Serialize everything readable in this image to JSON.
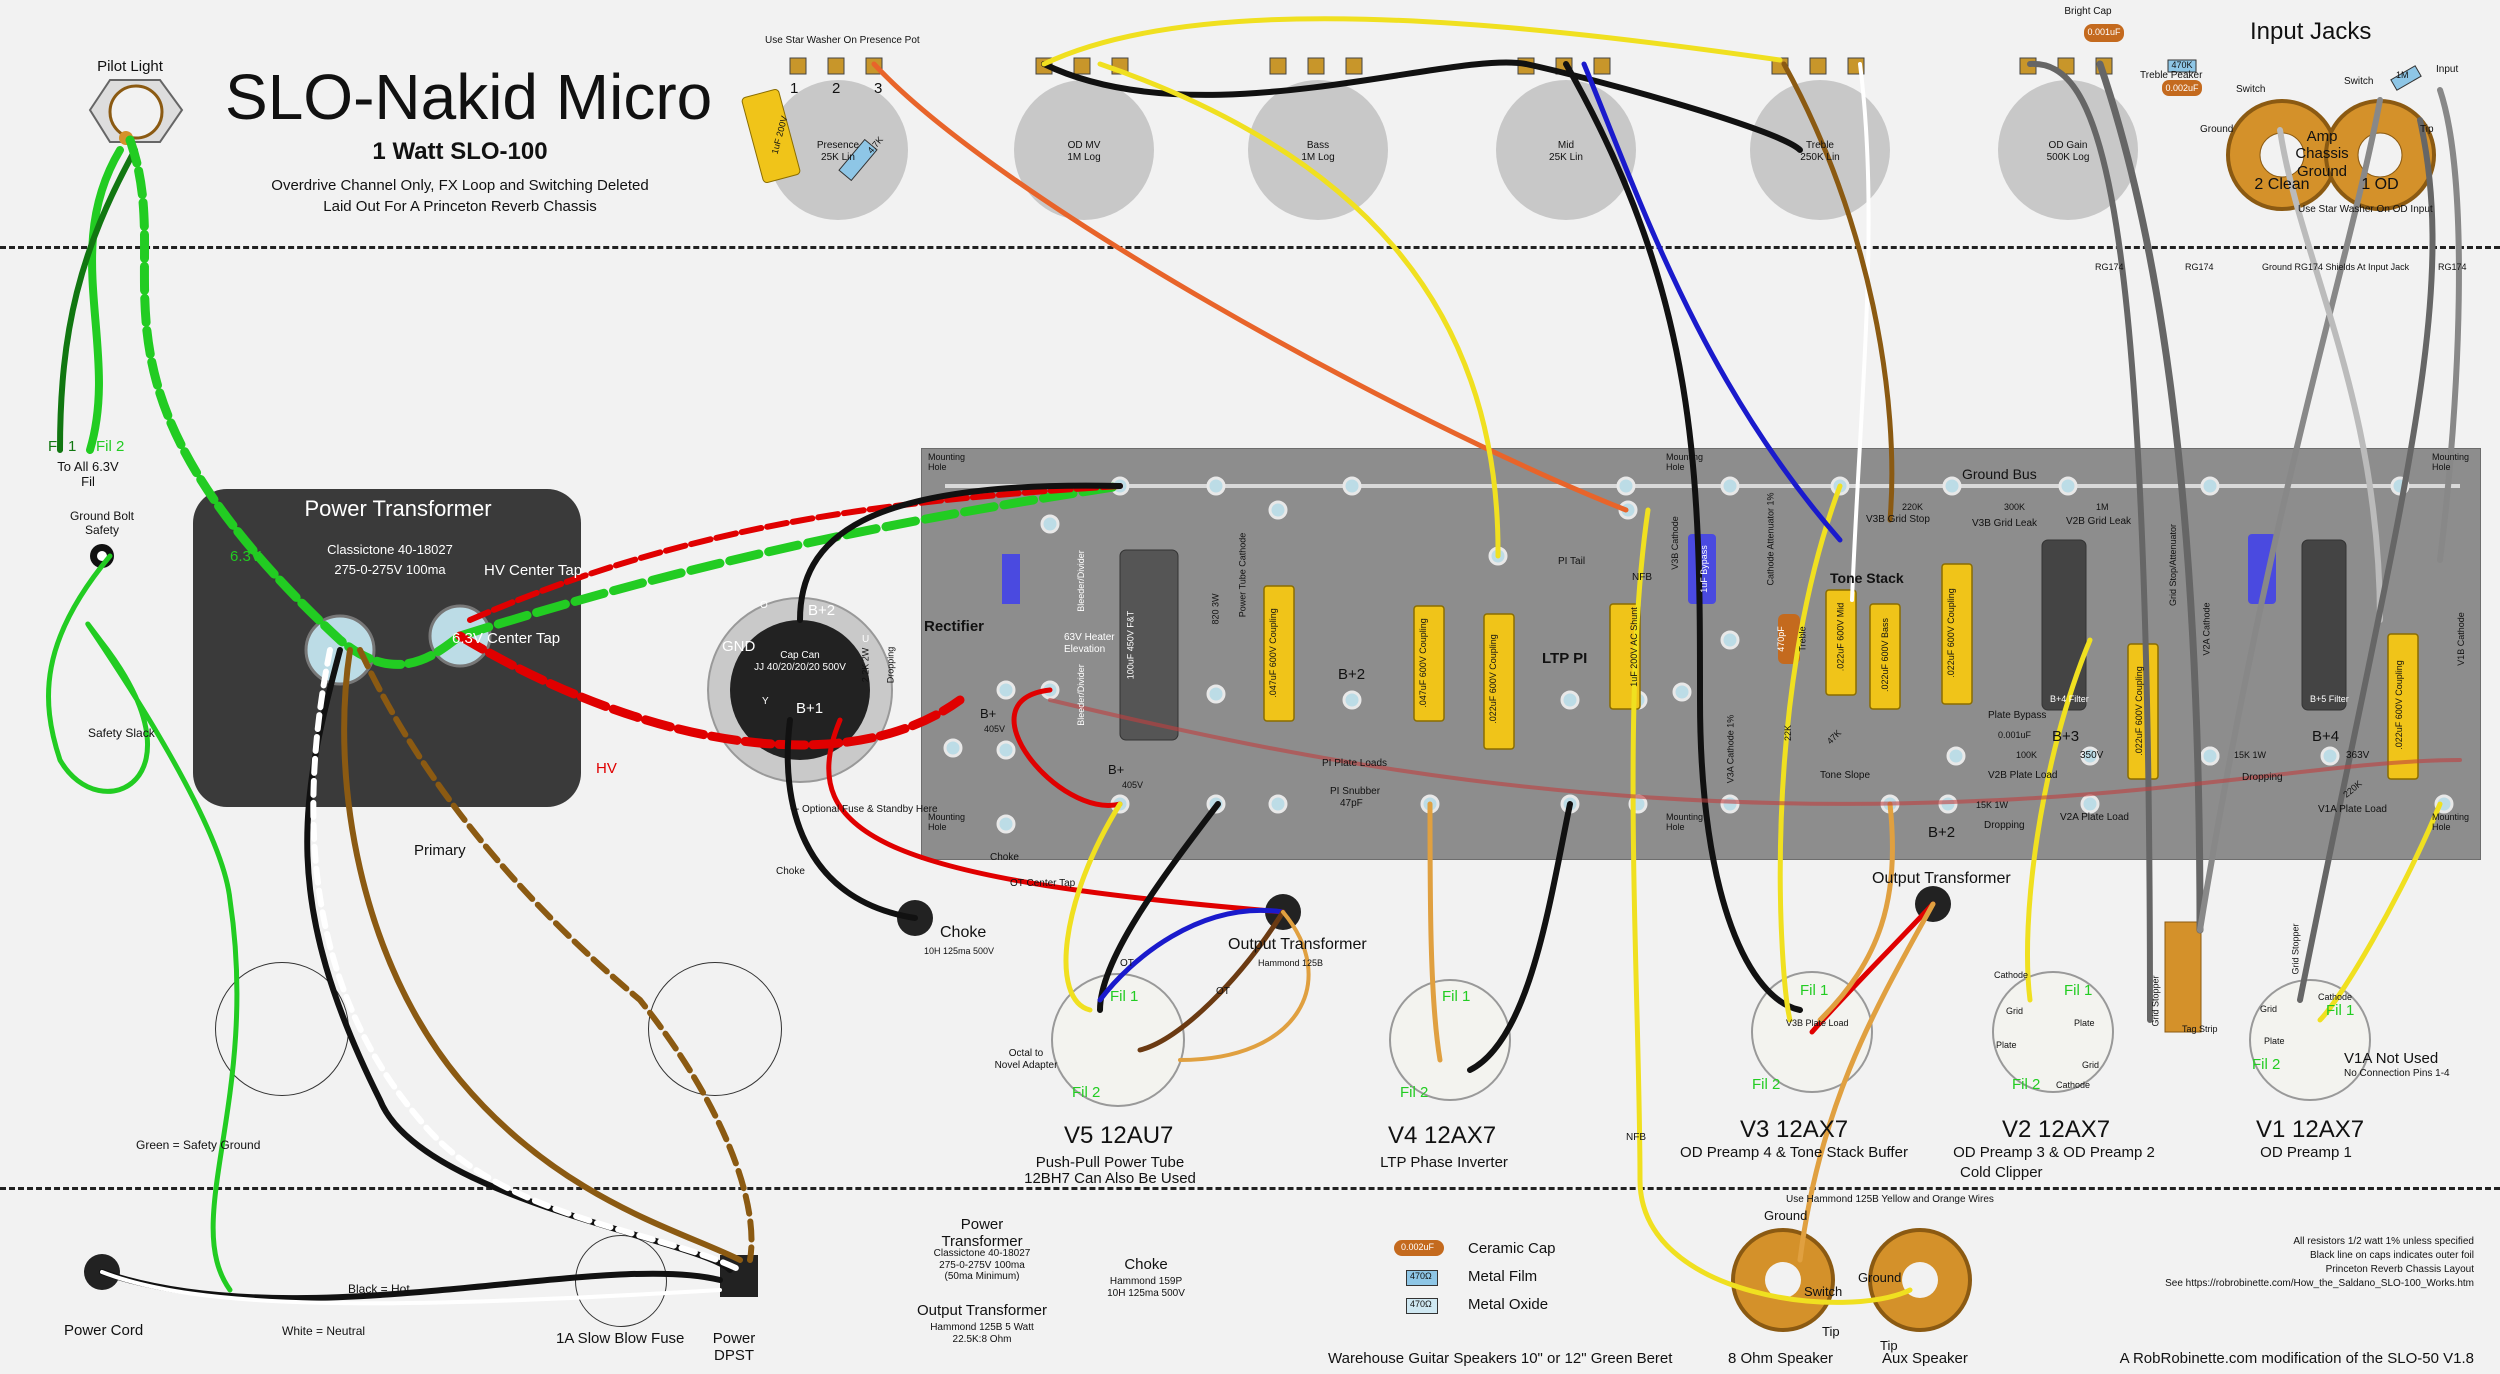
{
  "header": {
    "title": "SLO-Nakid Micro",
    "subtitle": "1 Watt SLO-100",
    "desc1": "Overdrive Channel Only, FX Loop and Switching Deleted",
    "desc2": "Laid Out For A Princeton Reverb Chassis",
    "pilot_light": "Pilot Light"
  },
  "pots": {
    "star_washer_presence": "Use Star Washer On Presence Pot",
    "presence": "Presence\n25K Lin",
    "pin1": "1",
    "pin2": "2",
    "pin3": "3",
    "presence_cap": "1uF 200V",
    "presence_res": "4.7K",
    "od_mv": "OD MV\n1M Log",
    "bass": "Bass\n1M Log",
    "mid": "Mid\n25K Lin",
    "treble": "Treble\n250K Lin",
    "od_gain": "OD Gain\n500K Log",
    "bright_cap": "Bright Cap",
    "bright_cap_val": "0.001uF",
    "treble_peaker_res": "470K",
    "treble_peaker": "Treble Peaker",
    "treble_peaker_cap": "0.002uF"
  },
  "input_jacks": {
    "title": "Input Jacks",
    "switch1": "Switch",
    "ground": "Ground",
    "switch2": "Switch",
    "tip": "Tip",
    "input": "Input",
    "res1m": "1M",
    "amp_chassis_ground": "Amp\nChassis\nGround",
    "clean": "2 Clean",
    "od": "1 OD",
    "star_washer": "Use Star Washer On OD Input",
    "rg174_a": "RG174",
    "rg174_b": "RG174",
    "rg174_note": "Ground RG174 Shields At Input Jack",
    "rg174_c": "RG174"
  },
  "left": {
    "fil1": "Fil 1",
    "fil2": "Fil 2",
    "to_all": "To All 6.3V\nFil",
    "ground_bolt": "Ground Bolt\nSafety",
    "safety_slack": "Safety Slack",
    "primary": "Primary",
    "green_safety": "Green = Safety Ground"
  },
  "power_transformer": {
    "title": "Power Transformer",
    "model": "Classictone 40-18027",
    "rating": "275-0-275V 100ma",
    "hv_ct": "HV Center Tap",
    "v63_ct": "6.3V Center Tap",
    "v63": "6.3V",
    "hv": "HV"
  },
  "cap_can": {
    "label": "Cap Can\nJJ 40/20/20/20 500V",
    "gnd": "GND",
    "b2": "B+2",
    "b1": "B+1",
    "o": "O",
    "u": "U",
    "y": "Y",
    "dropping": "Dropping",
    "res": "2.2K 2W",
    "fuse_note": "<- Optional Fuse & Standby Here"
  },
  "board": {
    "mounting_hole": "Mounting\nHole",
    "rectifier": "Rectifier",
    "ground_bus": "Ground Bus",
    "ltp_pi": "LTP PI",
    "tone_stack": "Tone Stack",
    "b_plus": "B+",
    "b_plus_405": "405V",
    "b_plus2": "B+2",
    "b_plus3": "B+3",
    "b_plus4": "B+4",
    "b_plus2b": "B+2",
    "choke": "Choke",
    "heater": "63V Heater\nElevation",
    "filter_cap": "100uF 450V F&T",
    "bleeder": "Bleeder/Divider",
    "power_tube_cathode": "Power Tube Cathode",
    "r820": "820 3W",
    "coupling_047": ".047uF 600V Coupling",
    "coupling_022": ".022uF 600V Coupling",
    "pi_plate_loads": "PI Plate Loads",
    "pi_snubber": "PI Snubber",
    "pf47": "47pF",
    "pi_tail": "PI Tail",
    "ac_shunt": "1uF 200V AC Shunt",
    "nfb": "NFB",
    "v3b_cathode": "V3B Cathode",
    "bypass": "1uF Bypass",
    "cathode_atten": "Cathode Attenuator 1%",
    "v3b_grid_stop": "V3B Grid Stop",
    "k220": "220K",
    "v3b_grid_leak": "V3B Grid Leak",
    "k300": "300K",
    "m1": "1M",
    "v2b_grid_leak": "V2B Grid Leak",
    "mid_cap": ".022uF 600V Mid",
    "bass_cap": ".022uF 600V Bass",
    "treble_cap": "470pF",
    "treble_label": "Treble",
    "tone_slope": "Tone Slope",
    "v3a_cathode": "V3A Cathode 1%",
    "k22": "22K",
    "k47": "47K",
    "plate_bypass": "Plate Bypass",
    "cap0001": "0.001uF",
    "k100": "100K",
    "v2b_plate_load": "V2B Plate Load",
    "v350": "350V",
    "dropping": "Dropping",
    "k15": "15K 1W",
    "v2a_plate_load": "V2A Plate Load",
    "b4_filter": "B+4 Filter",
    "b5_filter": "B+5 Filter",
    "v363": "363V",
    "v1a_plate_load": "V1A Plate Load",
    "k220b": "220K",
    "v2a_cathode": "V2A Cathode",
    "v1b_cathode": "V1B Cathode",
    "grid_stop_att": "Grid Stop/Attenuator",
    "r1w": "1W"
  },
  "tubes": {
    "v5": "V5  12AU7",
    "v5_desc1": "Push-Pull Power Tube",
    "v5_desc2": "12BH7 Can Also Be Used",
    "v4": "V4  12AX7",
    "v4_desc": "LTP Phase Inverter",
    "v3": "V3  12AX7",
    "v3_desc": "OD Preamp 4 & Tone Stack Buffer",
    "v2": "V2  12AX7",
    "v2_desc1": "OD Preamp 3 & OD Preamp 2",
    "v2_desc2": "Cold Clipper",
    "v1": "V1  12AX7",
    "v1_desc": "OD Preamp 1",
    "fil1": "Fil 1",
    "fil2": "Fil 2",
    "octal": "Octal to\nNovel Adapter",
    "ot": "OT",
    "v1a_not_used": "V1A Not Used",
    "no_conn": "No Connection Pins 1-4",
    "cathode": "Cathode",
    "grid": "Grid",
    "plate": "Plate",
    "v3b_plate_load": "V3B Plate Load",
    "grid_stopper": "Grid Stopper",
    "tag_strip": "Tag Strip"
  },
  "choke": {
    "label": "Choke",
    "spec": "10H 125ma 500V",
    "choke_wire": "Choke",
    "ot_center_tap": "OT Center Tap"
  },
  "output_transformer": {
    "label": "Output Transformer",
    "spec": "Hammond 125B",
    "label2": "Output Transformer",
    "nfb": "NFB"
  },
  "bottom": {
    "power_cord": "Power Cord",
    "black_hot": "Black = Hot",
    "white_neutral": "White = Neutral",
    "fuse": "1A Slow Blow Fuse",
    "power_switch": "Power\nDPST",
    "pt_title": "Power\nTransformer",
    "pt_spec": "Classictone 40-18027\n275-0-275V 100ma\n(50ma Minimum)",
    "choke_title": "Choke",
    "choke_spec": "Hammond 159P\n10H 125ma 500V",
    "ot_title": "Output Transformer",
    "ot_spec": "Hammond 125B 5 Watt\n22.5K:8 Ohm",
    "legend_cap_val": "0.002uF",
    "legend_cap": "Ceramic Cap",
    "legend_mf_val": "470Ω",
    "legend_mf": "Metal Film",
    "legend_mo_val": "470Ω",
    "legend_mo": "Metal Oxide",
    "speakers_note": "Warehouse Guitar Speakers 10\" or 12\" Green Beret",
    "hammond_note": "Use Hammond 125B Yellow and Orange Wires",
    "ground1": "Ground",
    "ground2": "Ground",
    "switch": "Switch",
    "tip1": "Tip",
    "tip2": "Tip",
    "spk8": "8 Ohm Speaker",
    "aux": "Aux Speaker",
    "notes1": "All resistors 1/2 watt 1% unless specified",
    "notes2": "Black line on caps indicates outer foil",
    "notes3": "Princeton Reverb Chassis Layout",
    "notes4": "See https://robrobinette.com/How_the_Saldano_SLO-100_Works.htm",
    "footer": "A RobRobinette.com modification of the SLO-50   V1.8"
  }
}
